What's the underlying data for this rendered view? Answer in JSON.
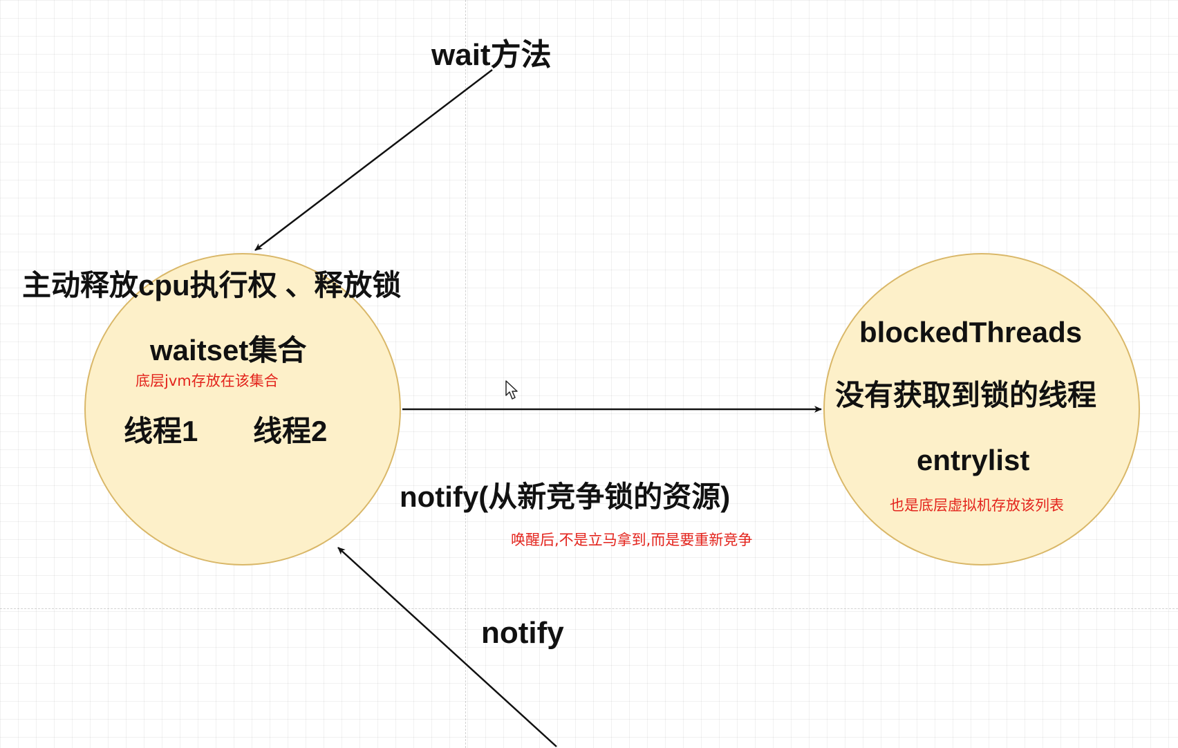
{
  "nodes": {
    "waitset": {
      "title": "waitset集合",
      "note": "底层jvm存放在该集合",
      "thread1": "线程1",
      "thread2": "线程2",
      "fill": "#fdf0c9",
      "stroke": "#d9b768"
    },
    "blocked": {
      "title": "blockedThreads",
      "subtitle": "没有获取到锁的线程",
      "entrylist": "entrylist",
      "note": "也是底层虚拟机存放该列表",
      "fill": "#fdf0c9",
      "stroke": "#d9b768"
    }
  },
  "labels": {
    "wait_method": "wait方法",
    "release": "主动释放cpu执行权 、释放锁",
    "notify_compete": "notify(从新竞争锁的资源)",
    "notify_note": "唤醒后,不是立马拿到,而是要重新竞争",
    "notify_bottom": "notify"
  },
  "colors": {
    "note_red": "#e3231c",
    "edge": "#111111"
  }
}
